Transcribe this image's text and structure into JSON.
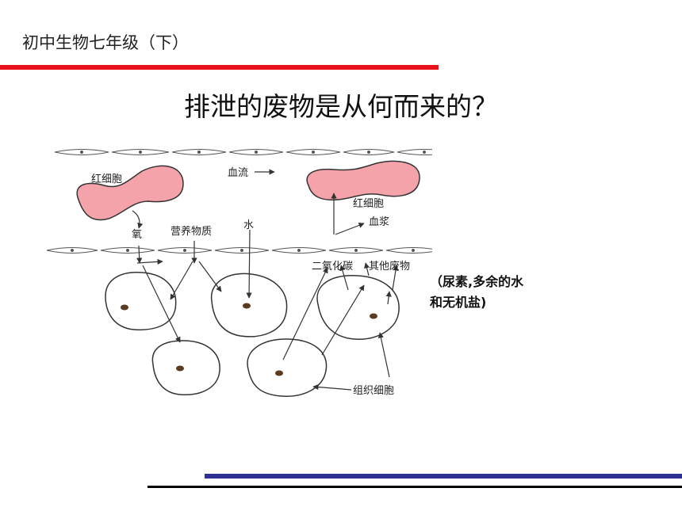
{
  "header": {
    "text": "初中生物七年级（下）",
    "rule_color": "#e8101a"
  },
  "slide": {
    "title": "排泄的废物是从何而来的？"
  },
  "diagram": {
    "labels": {
      "rbc_left": "红细胞",
      "blood_flow": "血流",
      "rbc_right": "红细胞",
      "plasma": "血浆",
      "oxygen": "氧",
      "nutrients": "营养物质",
      "water": "水",
      "co2": "二氧化碳",
      "other_waste": "其他废物",
      "tissue_cell": "组织细胞"
    },
    "rbc_color": "#f4a3aa",
    "cell_outline_color": "#333333"
  },
  "note": {
    "line1": "（尿素,多余的水",
    "line2": "和无机盐)"
  },
  "footer": {
    "accent_color": "#2e3192",
    "rule_color": "#000000"
  }
}
